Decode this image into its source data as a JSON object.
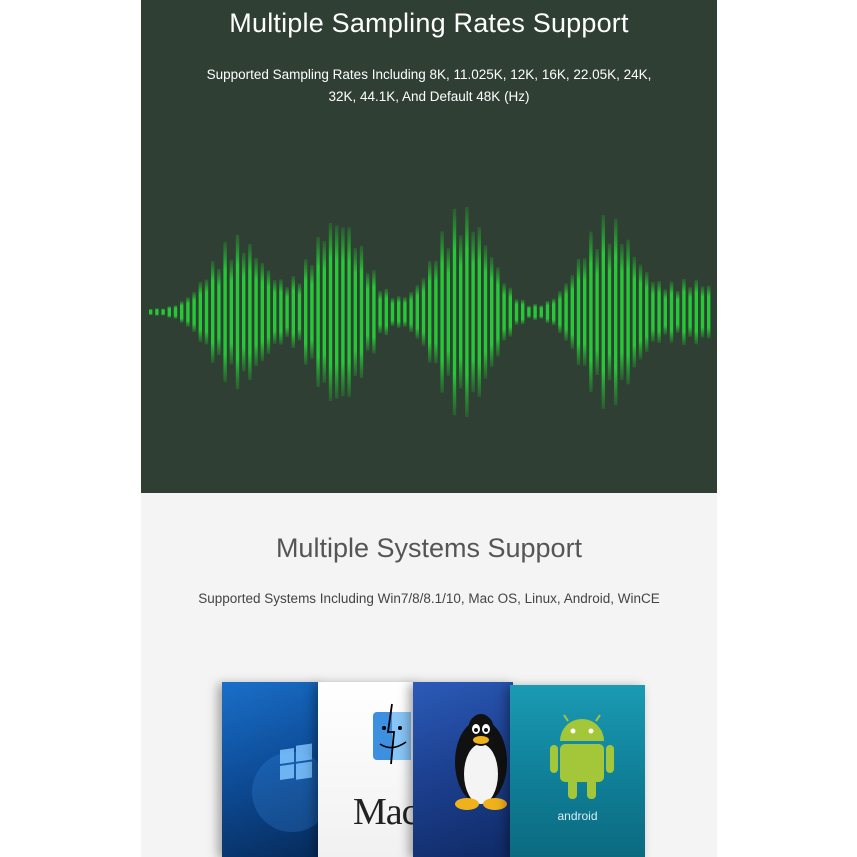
{
  "sampling": {
    "title": "Multiple Sampling Rates Support",
    "line1": "Supported Sampling Rates Including 8K, 11.025K, 12K, 16K, 22.05K, 24K,",
    "line2": "32K, 44.1K, And Default 48K (Hz)"
  },
  "systems": {
    "title": "Multiple Systems Support",
    "subtitle": "Supported Systems Including Win7/8/8.1/10, Mac OS, Linux, Android, WinCE",
    "cards": [
      {
        "name": "windows",
        "icon": "windows-logo-icon"
      },
      {
        "name": "mac",
        "icon": "mac-finder-icon",
        "label": "Mac OS"
      },
      {
        "name": "linux",
        "icon": "tux-penguin-icon"
      },
      {
        "name": "android",
        "icon": "android-robot-icon",
        "label": "android"
      }
    ]
  },
  "colors": {
    "top_bg": "#2f3f33",
    "wave": "#22c832",
    "bottom_bg": "#f4f4f4"
  }
}
